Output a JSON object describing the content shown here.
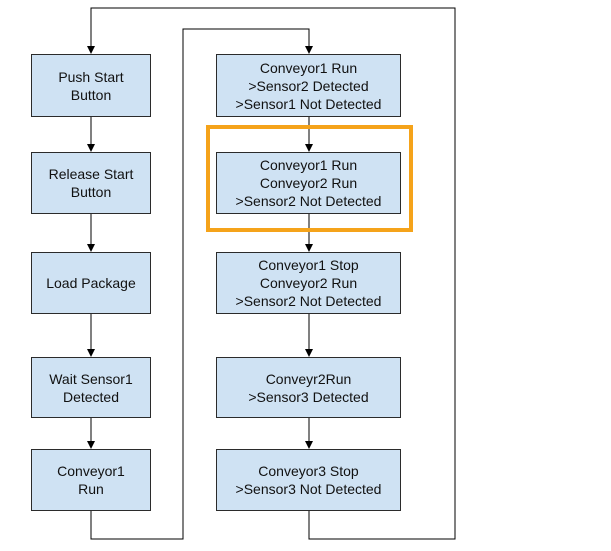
{
  "colors": {
    "box_fill": "#cfe2f3",
    "box_border": "#2b2b2b",
    "highlight": "#f5a31a",
    "line": "#000000"
  },
  "left_column": [
    {
      "id": "push-start",
      "label": "Push Start\nButton"
    },
    {
      "id": "release-start",
      "label": "Release Start\nButton"
    },
    {
      "id": "load-package",
      "label": "Load Package"
    },
    {
      "id": "wait-sensor1",
      "label": "Wait Sensor1\nDetected"
    },
    {
      "id": "conveyor1-run",
      "label": "Conveyor1\nRun"
    }
  ],
  "right_column": [
    {
      "id": "c1run-s2det",
      "label": "Conveyor1 Run\n>Sensor2 Detected\n>Sensor1 Not Detected"
    },
    {
      "id": "c1c2run-s2notdet",
      "label": "Conveyor1 Run\nConveyor2 Run\n>Sensor2 Not Detected",
      "highlighted": true
    },
    {
      "id": "c1stop-c2run",
      "label": "Conveyor1 Stop\nConveyor2 Run\n>Sensor2 Not Detected"
    },
    {
      "id": "c2run-s3det",
      "label": "Conveyr2Run\n>Sensor3 Detected"
    },
    {
      "id": "c3stop-s3notdet",
      "label": "Conveyor3 Stop\n>Sensor3 Not Detected"
    }
  ]
}
